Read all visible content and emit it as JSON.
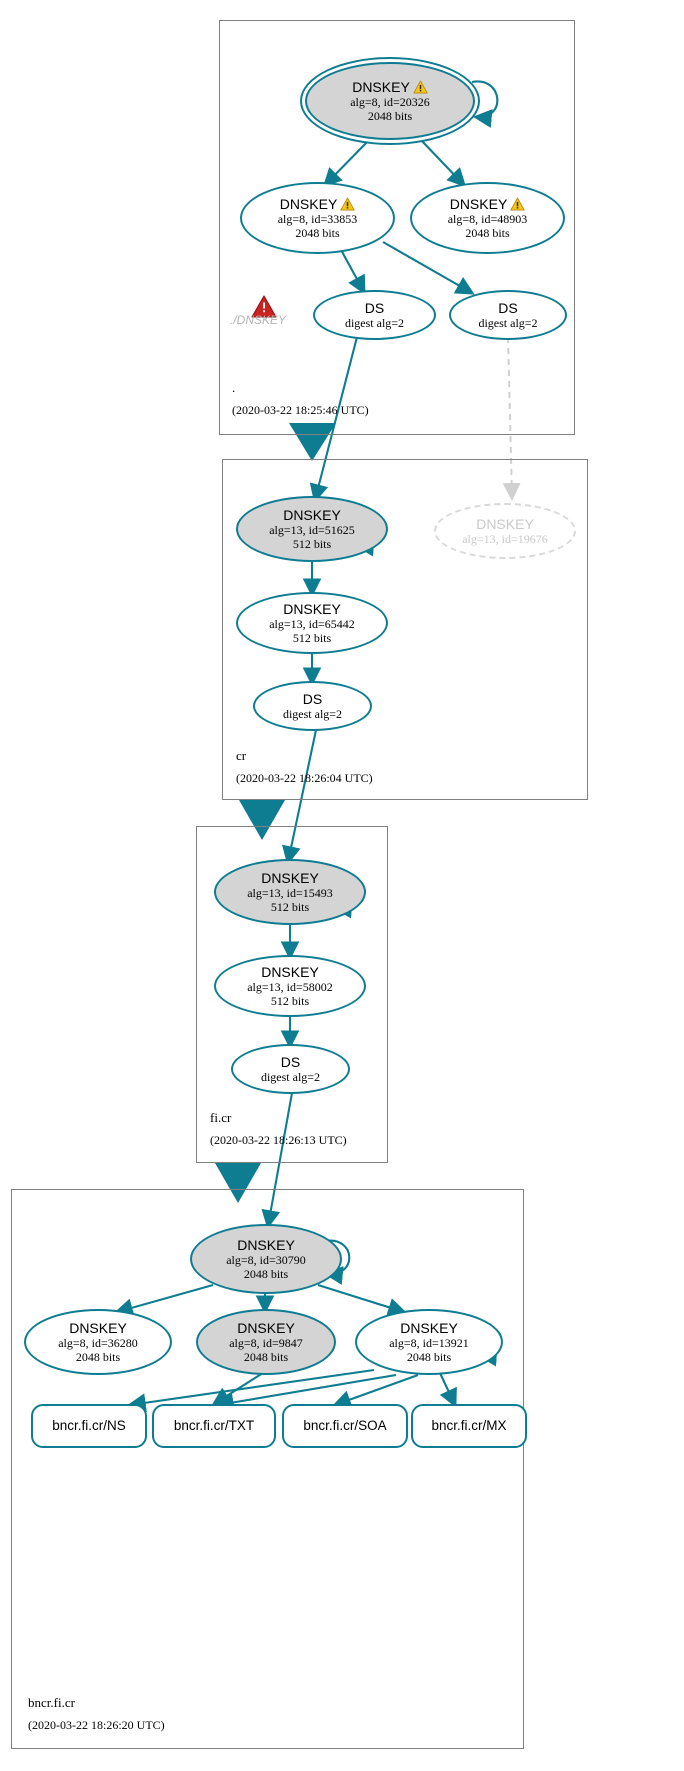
{
  "diagram": {
    "type": "dnssec-authentication-chain",
    "title": "bncr.fi.cr DNSSEC authentication chain",
    "accent_color": "#0e7c91",
    "zone_box_color": "#808080",
    "secure_key_fill": "#d4d4d4",
    "insecure_color": "#d9d9d9",
    "warning_color": "#f5c518",
    "error_color": "#cc2222"
  },
  "zones": [
    {
      "id": "root",
      "name": ".",
      "timestamp": "(2020-03-22 18:25:46 UTC)",
      "nodes": [
        {
          "id": "root-ksk-20326",
          "kind": "DNSKEY",
          "title": "DNSKEY",
          "line2": "alg=8, id=20326",
          "line3": "2048 bits",
          "warning": true,
          "style": "double-filled"
        },
        {
          "id": "root-zsk-33853",
          "kind": "DNSKEY",
          "title": "DNSKEY",
          "line2": "alg=8, id=33853",
          "line3": "2048 bits",
          "warning": true,
          "style": "plain"
        },
        {
          "id": "root-zsk-48903",
          "kind": "DNSKEY",
          "title": "DNSKEY",
          "line2": "alg=8, id=48903",
          "line3": "2048 bits",
          "warning": true,
          "style": "plain"
        },
        {
          "id": "root-ds-1",
          "kind": "DS",
          "title": "DS",
          "line2": "digest alg=2",
          "line3": "",
          "warning": false,
          "style": "plain"
        },
        {
          "id": "root-ds-2",
          "kind": "DS",
          "title": "DS",
          "line2": "digest alg=2",
          "line3": "",
          "warning": false,
          "style": "plain"
        }
      ],
      "error": {
        "label": "./DNSKEY",
        "icon": "error-triangle-icon"
      }
    },
    {
      "id": "cr",
      "name": "cr",
      "timestamp": "(2020-03-22 18:26:04 UTC)",
      "nodes": [
        {
          "id": "cr-ksk-51625",
          "kind": "DNSKEY",
          "title": "DNSKEY",
          "line2": "alg=13, id=51625",
          "line3": "512 bits",
          "warning": false,
          "style": "filled"
        },
        {
          "id": "cr-insecure-19676",
          "kind": "DNSKEY",
          "title": "DNSKEY",
          "line2": "alg=13, id=19676",
          "line3": "",
          "warning": false,
          "style": "dashed"
        },
        {
          "id": "cr-zsk-65442",
          "kind": "DNSKEY",
          "title": "DNSKEY",
          "line2": "alg=13, id=65442",
          "line3": "512 bits",
          "warning": false,
          "style": "plain"
        },
        {
          "id": "cr-ds",
          "kind": "DS",
          "title": "DS",
          "line2": "digest alg=2",
          "line3": "",
          "warning": false,
          "style": "plain"
        }
      ]
    },
    {
      "id": "ficr",
      "name": "fi.cr",
      "timestamp": "(2020-03-22 18:26:13 UTC)",
      "nodes": [
        {
          "id": "ficr-ksk-15493",
          "kind": "DNSKEY",
          "title": "DNSKEY",
          "line2": "alg=13, id=15493",
          "line3": "512 bits",
          "warning": false,
          "style": "filled"
        },
        {
          "id": "ficr-zsk-58002",
          "kind": "DNSKEY",
          "title": "DNSKEY",
          "line2": "alg=13, id=58002",
          "line3": "512 bits",
          "warning": false,
          "style": "plain"
        },
        {
          "id": "ficr-ds",
          "kind": "DS",
          "title": "DS",
          "line2": "digest alg=2",
          "line3": "",
          "warning": false,
          "style": "plain"
        }
      ]
    },
    {
      "id": "bncrficr",
      "name": "bncr.fi.cr",
      "timestamp": "(2020-03-22 18:26:20 UTC)",
      "nodes": [
        {
          "id": "bncr-ksk-30790",
          "kind": "DNSKEY",
          "title": "DNSKEY",
          "line2": "alg=8, id=30790",
          "line3": "2048 bits",
          "warning": false,
          "style": "filled"
        },
        {
          "id": "bncr-key-36280",
          "kind": "DNSKEY",
          "title": "DNSKEY",
          "line2": "alg=8, id=36280",
          "line3": "2048 bits",
          "warning": false,
          "style": "plain"
        },
        {
          "id": "bncr-key-9847",
          "kind": "DNSKEY",
          "title": "DNSKEY",
          "line2": "alg=8, id=9847",
          "line3": "2048 bits",
          "warning": false,
          "style": "filled"
        },
        {
          "id": "bncr-key-13921",
          "kind": "DNSKEY",
          "title": "DNSKEY",
          "line2": "alg=8, id=13921",
          "line3": "2048 bits",
          "warning": false,
          "style": "plain"
        }
      ],
      "rrsets": [
        {
          "id": "rr-ns",
          "label": "bncr.fi.cr/NS"
        },
        {
          "id": "rr-txt",
          "label": "bncr.fi.cr/TXT"
        },
        {
          "id": "rr-soa",
          "label": "bncr.fi.cr/SOA"
        },
        {
          "id": "rr-mx",
          "label": "bncr.fi.cr/MX"
        }
      ]
    }
  ]
}
